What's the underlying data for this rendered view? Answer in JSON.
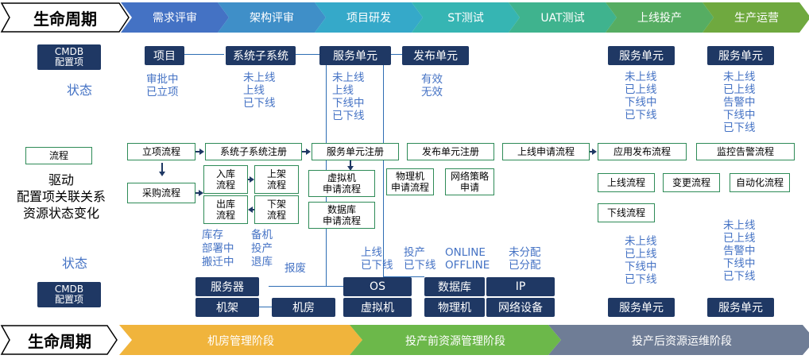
{
  "top": {
    "lifecycle_label": "生命周期",
    "stages": [
      {
        "label": "需求评审",
        "color": "#4472c4"
      },
      {
        "label": "架构评审",
        "color": "#3f8fc8"
      },
      {
        "label": "项目研发",
        "color": "#35a9c9"
      },
      {
        "label": "ST测试",
        "color": "#36b5b3"
      },
      {
        "label": "UAT测试",
        "color": "#3fb38e"
      },
      {
        "label": "上线投产",
        "color": "#56ad62"
      },
      {
        "label": "生产运营",
        "color": "#6fa93f"
      }
    ]
  },
  "left": {
    "cmdb_top_1": "CMDB",
    "cmdb_top_2": "配置项",
    "state_top": "状态",
    "process": "流程",
    "drive_1": "驱动",
    "drive_2": "配置项关联关系",
    "drive_3": "资源状态变化",
    "state_bottom": "状态",
    "cmdb_bot_1": "CMDB",
    "cmdb_bot_2": "配置项"
  },
  "cmdb_top": {
    "project": "项目",
    "subsystem": "系统子系统",
    "service_unit": "服务单元",
    "release_unit": "发布单元",
    "service_unit_online": "服务单元",
    "service_unit_ops": "服务单元"
  },
  "states_top": {
    "project": [
      "审批中",
      "已立项"
    ],
    "subsystem": [
      "未上线",
      "上线",
      "已下线"
    ],
    "service_unit": [
      "未上线",
      "上线",
      "下线中",
      "已下线"
    ],
    "release_unit": [
      "有效",
      "无效"
    ],
    "online": [
      "未上线",
      "已上线",
      "下线中",
      "已下线"
    ],
    "ops": [
      "未上线",
      "已上线",
      "告警中",
      "下线中",
      "已下线"
    ]
  },
  "flows": {
    "project_approval": "立项流程",
    "subsystem_reg": "系统子系统注册",
    "service_unit_reg": "服务单元注册",
    "release_unit_reg": "发布单元注册",
    "online_apply": "上线申请流程",
    "app_release": "应用发布流程",
    "monitor_alert": "监控告警流程",
    "procurement": "采购流程",
    "warehousing": "入库\n流程",
    "racking": "上架\n流程",
    "outbound": "出库\n流程",
    "unracking": "下架\n流程",
    "vm_apply": "虚拟机\n申请流程",
    "pm_apply": "物理机\n申请流程",
    "netpolicy_apply": "网络策略\n申请",
    "db_apply": "数据库\n申请流程",
    "online_flow": "上线流程",
    "change_flow": "变更流程",
    "automation_flow": "自动化流程",
    "offline_flow": "下线流程"
  },
  "states_bottom": {
    "inventory": [
      "库存",
      "部署中",
      "搬迁中"
    ],
    "backup": [
      "备机",
      "投产",
      "退库"
    ],
    "scrap": "报废",
    "os_state": [
      "上线",
      "已下线"
    ],
    "prod_state": [
      "投产",
      "已下线"
    ],
    "online_state": [
      "ONLINE",
      "OFFLINE"
    ],
    "alloc_state": [
      "未分配",
      "已分配"
    ],
    "online_col": [
      "未上线",
      "已上线",
      "下线中",
      "已下线"
    ],
    "ops_col": [
      "未上线",
      "已上线",
      "告警中",
      "下线中",
      "已下线"
    ]
  },
  "cmdb_bottom": {
    "server": "服务器",
    "os": "OS",
    "database": "数据库",
    "ip": "IP",
    "rack": "机架",
    "room": "机房",
    "vm": "虚拟机",
    "pm": "物理机",
    "network": "网络设备",
    "service_unit_online": "服务单元",
    "service_unit_ops": "服务单元"
  },
  "bottom": {
    "lifecycle_label": "生命周期",
    "phases": [
      {
        "label": "机房管理阶段",
        "color": "#f0b43c"
      },
      {
        "label": "投产前资源管理阶段",
        "color": "#6cb84a"
      },
      {
        "label": "投产后资源运维阶段",
        "color": "#6f7d96"
      }
    ]
  }
}
